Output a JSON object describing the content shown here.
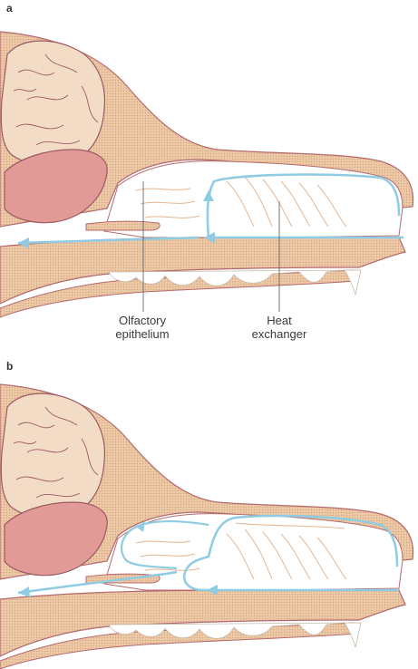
{
  "panels": [
    {
      "letter": "a"
    },
    {
      "letter": "b"
    }
  ],
  "labels": {
    "olfactory": {
      "line1": "Olfactory",
      "line2": "epithelium"
    },
    "heat": {
      "line1": "Heat",
      "line2": "exchanger"
    }
  },
  "colors": {
    "bone": "#e9c7a3",
    "bone_outline": "#b46a6e",
    "brain": "#f2dcc6",
    "brain_folds": "#9d5a66",
    "bulb": "#e19a95",
    "air_flow": "#8fcbe2",
    "turbinate": "#e4b692"
  }
}
